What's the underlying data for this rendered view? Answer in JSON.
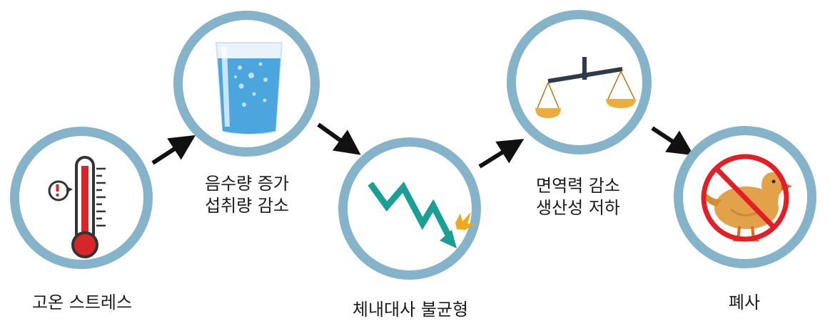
{
  "steps": [
    {
      "label": "고온 스트레스",
      "icon": "thermometer-icon"
    },
    {
      "label": "음수량 증가\n섭취량 감소",
      "icon": "water-glass-icon"
    },
    {
      "label": "체내대사 불균형",
      "icon": "downtrend-arrow-icon"
    },
    {
      "label": "면역력 감소\n생산성 저하",
      "icon": "balance-scale-icon"
    },
    {
      "label": "폐사",
      "icon": "prohibited-duck-icon"
    }
  ],
  "colors": {
    "ring": "#85b3c9",
    "arrow": "#111111",
    "thermometer": "#d6262a",
    "water": "#4aa6dc",
    "trend": "#1a9e96",
    "spark": "#f0a81c",
    "scale_pan": "#e9ae3e",
    "scale_beam": "#2f3b4a",
    "prohibit": "#e21f26",
    "duck": "#e2a24a"
  }
}
